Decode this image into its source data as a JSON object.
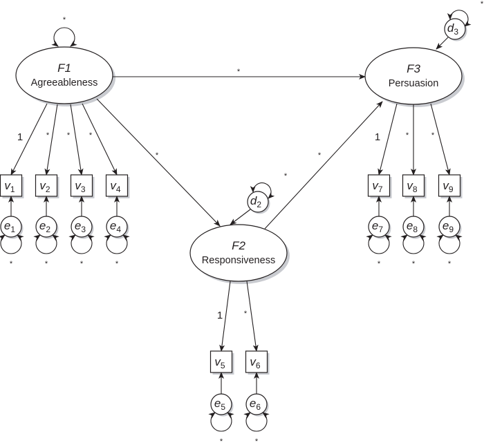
{
  "diagram": {
    "type": "structural-equation-model",
    "factors": [
      {
        "id": "F1",
        "name": "Agreeableness",
        "variance_label": "*"
      },
      {
        "id": "F2",
        "name": "Responsiveness",
        "disturbance": {
          "symbol": "d",
          "index": "2"
        },
        "disturbance_variance_label": "*"
      },
      {
        "id": "F3",
        "name": "Persuasion",
        "disturbance": {
          "symbol": "d",
          "index": "3"
        },
        "disturbance_variance_label": "*"
      }
    ],
    "structural_paths": [
      {
        "from": "F1",
        "to": "F3",
        "label": "*"
      },
      {
        "from": "F1",
        "to": "F2",
        "label": "*"
      },
      {
        "from": "F2",
        "to": "F3",
        "label": "*"
      }
    ],
    "indicators": [
      {
        "factor": "F1",
        "var": "v",
        "index": "1",
        "loading": "1",
        "error": "e",
        "error_index": "1",
        "error_variance": "*"
      },
      {
        "factor": "F1",
        "var": "v",
        "index": "2",
        "loading": "*",
        "error": "e",
        "error_index": "2",
        "error_variance": "*"
      },
      {
        "factor": "F1",
        "var": "v",
        "index": "3",
        "loading": "*",
        "error": "e",
        "error_index": "3",
        "error_variance": "*"
      },
      {
        "factor": "F1",
        "var": "v",
        "index": "4",
        "loading": "*",
        "error": "e",
        "error_index": "4",
        "error_variance": "*"
      },
      {
        "factor": "F2",
        "var": "v",
        "index": "5",
        "loading": "1",
        "error": "e",
        "error_index": "5",
        "error_variance": "*"
      },
      {
        "factor": "F2",
        "var": "v",
        "index": "6",
        "loading": "*",
        "error": "e",
        "error_index": "6",
        "error_variance": "*"
      },
      {
        "factor": "F3",
        "var": "v",
        "index": "7",
        "loading": "1",
        "error": "e",
        "error_index": "7",
        "error_variance": "*"
      },
      {
        "factor": "F3",
        "var": "v",
        "index": "8",
        "loading": "*",
        "error": "e",
        "error_index": "8",
        "error_variance": "*"
      },
      {
        "factor": "F3",
        "var": "v",
        "index": "9",
        "loading": "*",
        "error": "e",
        "error_index": "9",
        "error_variance": "*"
      }
    ]
  }
}
